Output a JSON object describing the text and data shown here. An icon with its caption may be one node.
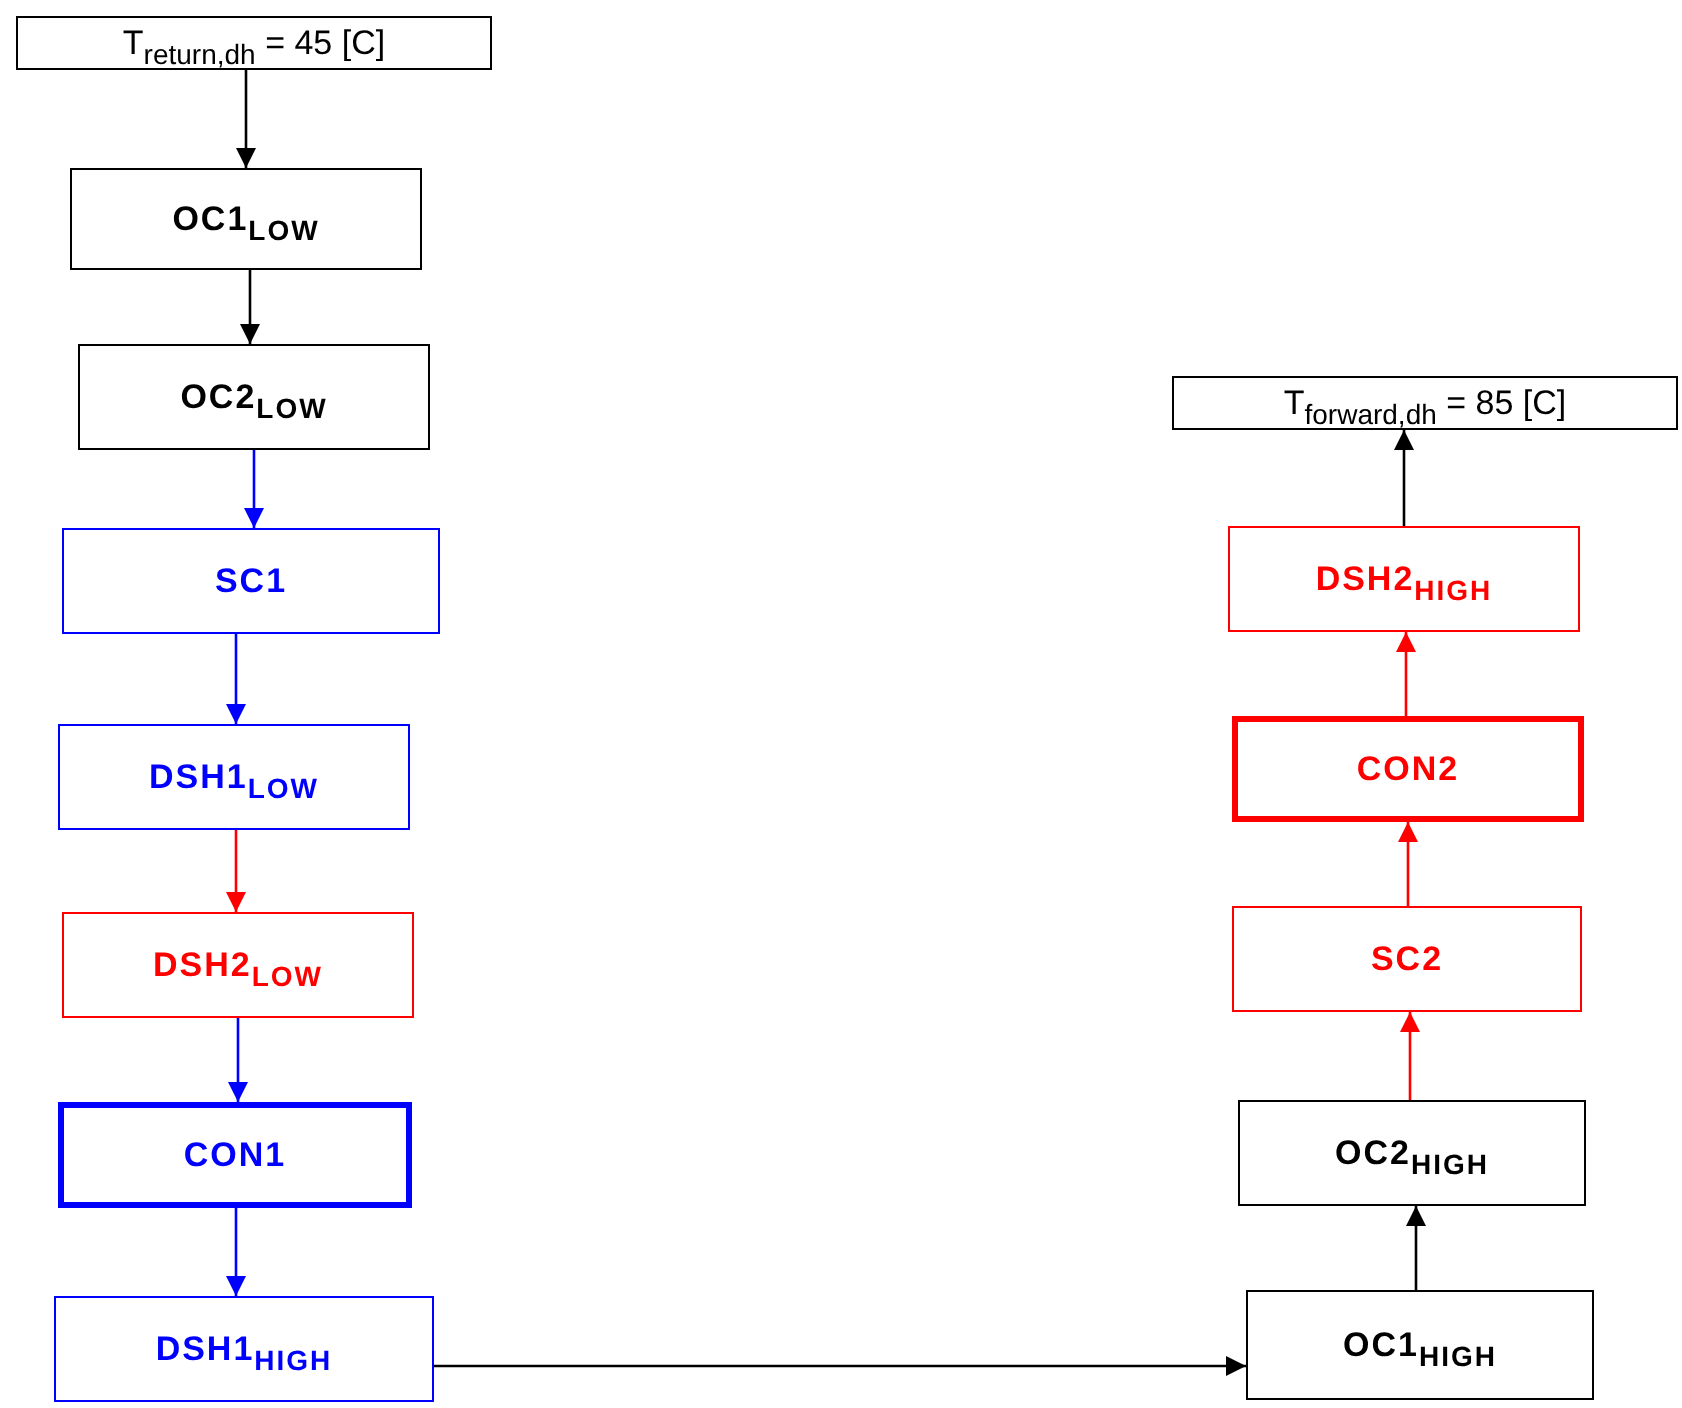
{
  "diagram": {
    "nodes": [
      {
        "text": [
          "T$_{return,dh}$ = 45 [C]"
        ]
      },
      {
        "text": [
          "OC1$_{LOW}$"
        ]
      },
      {
        "text": [
          "OC2$_{LOW}$"
        ]
      },
      {
        "text": [
          "SC1"
        ]
      },
      {
        "text": [
          "DSH1$_{LOW}$"
        ]
      },
      {
        "text": [
          "DSH2$_{LOW}$"
        ]
      },
      {
        "text": [
          "CON1"
        ]
      },
      {
        "text": [
          "DSH1$_{HIGH}$"
        ]
      },
      {
        "text": [
          "T$_{forward,dh}$ = 85 [C]"
        ]
      },
      {
        "text": [
          "DSH2$_{HIGH}$"
        ]
      },
      {
        "text": [
          "CON2"
        ]
      },
      {
        "text": [
          "SC2"
        ]
      },
      {
        "text": [
          "OC2$_{HIGH}$"
        ]
      },
      {
        "text": [
          "OC1$_{HIGH}$"
        ]
      }
    ],
    "edges": [
      {
        "from": 0,
        "to": 1,
        "arrow": "to"
      },
      {
        "from": 1,
        "to": 2,
        "arrow": "to"
      },
      {
        "from": 2,
        "to": 3,
        "arrow": "to",
        "color": "#0000ff"
      },
      {
        "from": 3,
        "to": 4,
        "arrow": "to",
        "color": "#0000ff"
      },
      {
        "from": 4,
        "to": 5,
        "arrow": "to",
        "color": "#ff0000"
      },
      {
        "from": 5,
        "to": 6,
        "arrow": "to",
        "color": "#0000ff"
      },
      {
        "from": 6,
        "to": 7,
        "arrow": "to",
        "color": "#0000ff"
      },
      {
        "from": 7,
        "to": 13,
        "arrow": "to"
      },
      {
        "from": 13,
        "to": 12,
        "arrow": "to"
      },
      {
        "from": 12,
        "to": 11,
        "arrow": "to",
        "color": "#ff0000"
      },
      {
        "from": 11,
        "to": 10,
        "arrow": "to",
        "color": "#ff0000"
      },
      {
        "from": 10,
        "to": 9,
        "arrow": "to",
        "color": "#ff0000"
      },
      {
        "from": 9,
        "to": 8,
        "arrow": "to"
      }
    ]
  }
}
